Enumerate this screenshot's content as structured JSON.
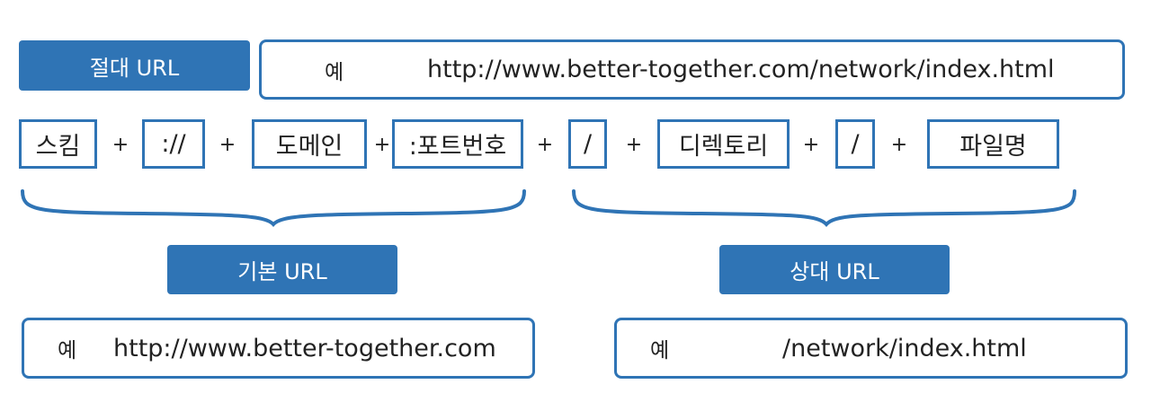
{
  "absolute": {
    "label": "절대 URL",
    "example_prefix": "예",
    "example_value": "http://www.better-together.com/network/index.html"
  },
  "parts": [
    {
      "label": "스킴"
    },
    {
      "label": "://"
    },
    {
      "label": "도메인"
    },
    {
      "label": ":포트번호"
    },
    {
      "label": "/"
    },
    {
      "label": "디렉토리"
    },
    {
      "label": "/"
    },
    {
      "label": "파일명"
    }
  ],
  "plus_sign": "+",
  "base": {
    "label": "기본 URL",
    "example_prefix": "예",
    "example_value": "http://www.better-together.com"
  },
  "relative": {
    "label": "상대 URL",
    "example_prefix": "예",
    "example_value": "/network/index.html"
  },
  "colors": {
    "accent": "#2f74b5",
    "text": "#222222",
    "background": "#ffffff"
  }
}
